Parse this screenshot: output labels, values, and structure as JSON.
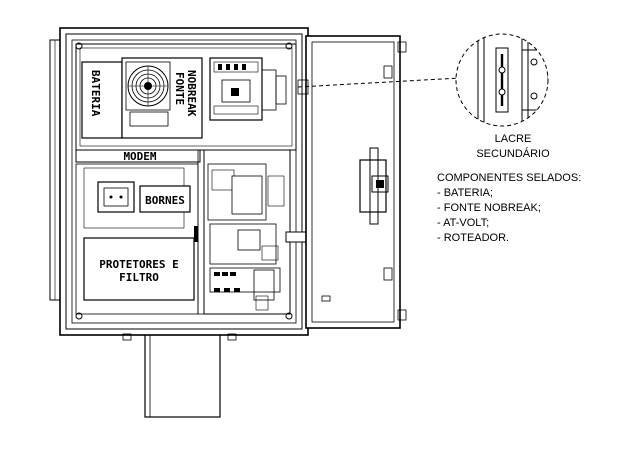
{
  "labels": {
    "bateria": "BATERIA",
    "fonte": "FONTE",
    "nobreak": "NOBREAK",
    "modem": "MODEM",
    "bornes": "BORNES",
    "protetores_line1": "PROTETORES E",
    "protetores_line2": "FILTRO"
  },
  "callout": {
    "title_line1": "LACRE",
    "title_line2": "SECUNDÁRIO",
    "list_title": "COMPONENTES SELADOS:",
    "items": [
      "- BATERIA;",
      "- FONTE NOBREAK;",
      "- AT-VOLT;",
      "- ROTEADOR."
    ]
  },
  "colors": {
    "line": "#000000",
    "background": "#ffffff"
  }
}
